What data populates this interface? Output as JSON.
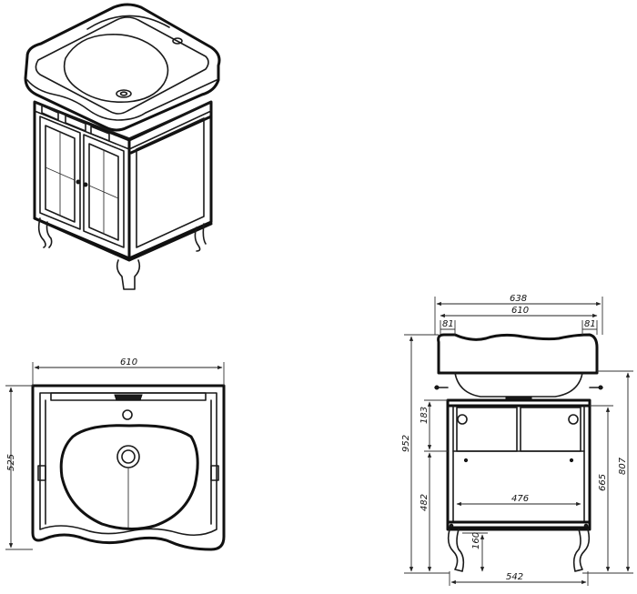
{
  "top_view": {
    "width_label": "610",
    "depth_label": "525"
  },
  "front_view": {
    "overall_width_label": "638",
    "basin_width_label": "610",
    "left_overhang_label": "81",
    "right_overhang_label": "81",
    "total_height_label": "952",
    "cabinet_height_label": "807",
    "body_height_label": "665",
    "drawer_height_label": "183",
    "lower_height_label": "482",
    "inner_width_label": "476",
    "leg_height_label": "160",
    "base_width_label": "542"
  },
  "colors": {
    "line": "#1a1a1a",
    "background": "#ffffff"
  }
}
